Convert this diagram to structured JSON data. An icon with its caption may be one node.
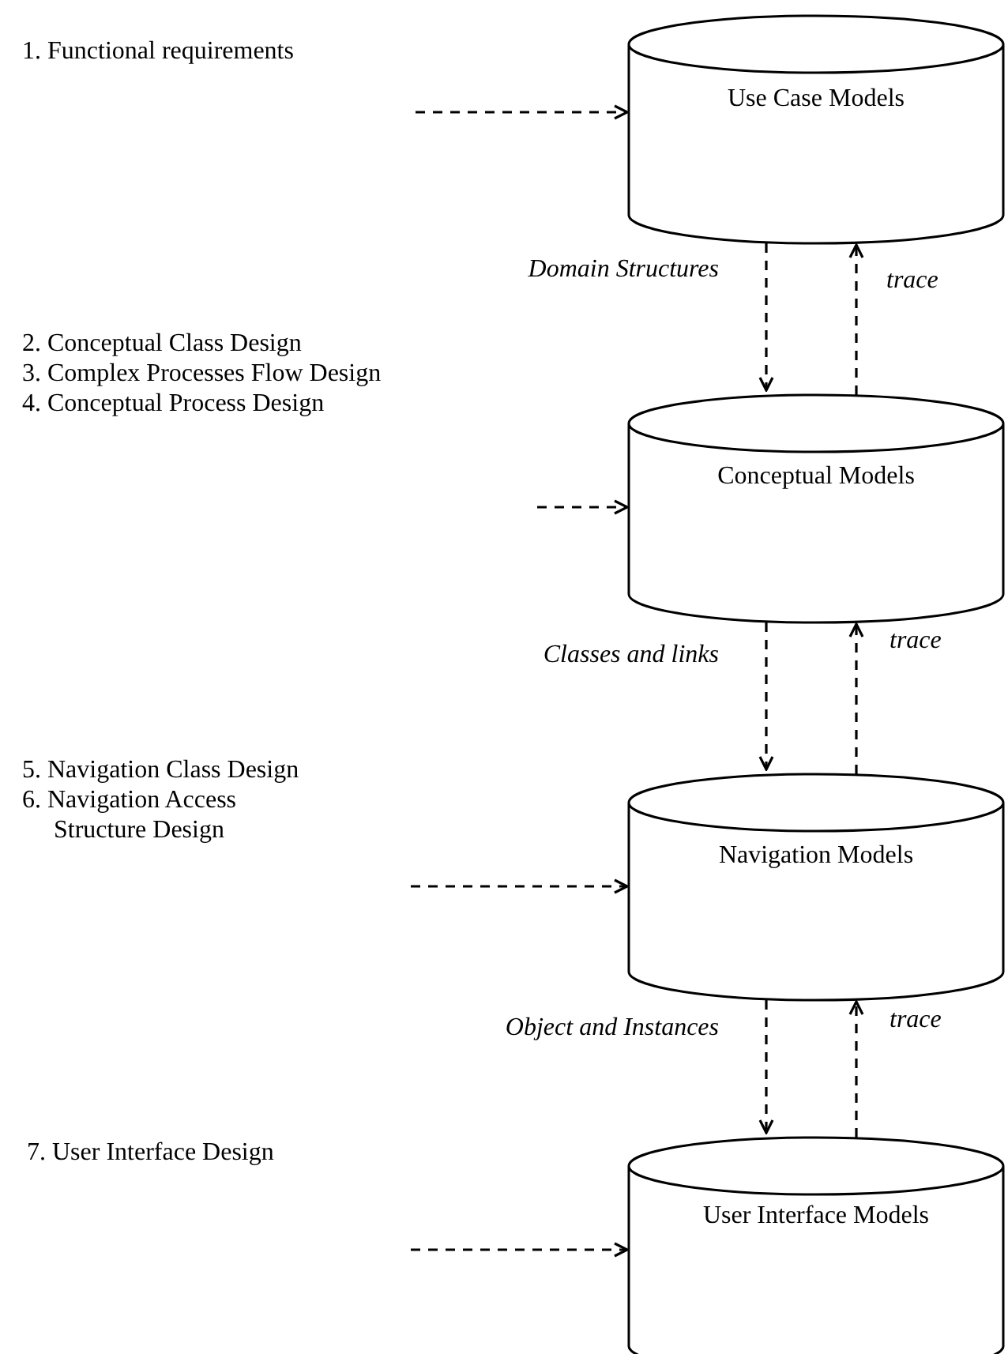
{
  "diagram": {
    "nodes": [
      {
        "text": [
          "Use Case Models"
        ]
      },
      {
        "text": [
          "Conceptual Models"
        ]
      },
      {
        "text": [
          "Navigation Models"
        ]
      },
      {
        "text": [
          "User Interface Models"
        ]
      }
    ],
    "edges": [
      {
        "from": null,
        "to": 0,
        "arrow": "to",
        "style": "dashed"
      },
      {
        "from": 0,
        "to": 1,
        "arrow": "to",
        "style": "dashed",
        "label": "Domain Structures"
      },
      {
        "from": 1,
        "to": 0,
        "arrow": "to",
        "style": "dashed",
        "label": "trace"
      },
      {
        "from": null,
        "to": 1,
        "arrow": "to",
        "style": "dashed"
      },
      {
        "from": 1,
        "to": 2,
        "arrow": "to",
        "style": "dashed",
        "label": "Classes and links"
      },
      {
        "from": 2,
        "to": 1,
        "arrow": "to",
        "style": "dashed",
        "label": "trace"
      },
      {
        "from": null,
        "to": 2,
        "arrow": "to",
        "style": "dashed"
      },
      {
        "from": 2,
        "to": 3,
        "arrow": "to",
        "style": "dashed",
        "label": "Object and Instances"
      },
      {
        "from": 3,
        "to": 2,
        "arrow": "to",
        "style": "dashed",
        "label": "trace"
      },
      {
        "from": null,
        "to": 3,
        "arrow": "to",
        "style": "dashed"
      }
    ],
    "labels": [
      "1. Functional requirements",
      "2. Conceptual Class Design",
      "3. Complex Processes Flow Design",
      "4. Conceptual Process Design",
      "5. Navigation Class Design",
      "6. Navigation Access Structure Design",
      "7. User Interface Design"
    ]
  }
}
